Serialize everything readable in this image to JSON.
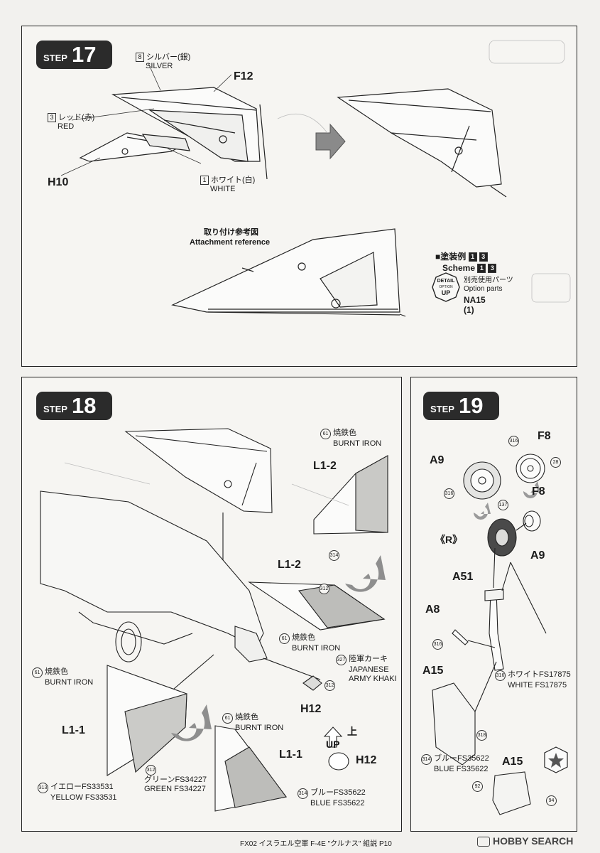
{
  "step17": {
    "step_word": "STEP",
    "step_num": "17",
    "silver_code": "8",
    "silver_jp": "シルバー(銀)",
    "silver_en": "SILVER",
    "red_code": "3",
    "red_jp": "レッド(赤)",
    "red_en": "RED",
    "white_code": "1",
    "white_jp": "ホワイト(白)",
    "white_en": "WHITE",
    "part_f12": "F12",
    "part_h10": "H10",
    "attach_jp": "取り付け参考図",
    "attach_en": "Attachment reference",
    "scheme_jp": "■塗装例",
    "scheme_en": "Scheme",
    "scheme_n1": "1",
    "scheme_n3": "3",
    "detail_word": "DETAIL",
    "option_word": "OPTION",
    "up_word": "UP",
    "option_jp": "別売使用パーツ",
    "option_en": "Option parts",
    "option_part": "NA15",
    "option_qty": "(1)"
  },
  "step18": {
    "step_word": "STEP",
    "step_num": "18",
    "l12_top": "L1-2",
    "l12_mid": "L1-2",
    "l11_left": "L1-1",
    "l11_right": "L1-1",
    "burnt_code": "61",
    "burnt_jp": "焼鉄色",
    "burnt_en": "BURNT IRON",
    "c314": "314",
    "c312": "312",
    "khaki_code": "327",
    "khaki_jp": "陸軍カーキ",
    "khaki_en1": "JAPANESE",
    "khaki_en2": "ARMY KHAKI",
    "h12": "H12",
    "up_jp": "上",
    "up_en": "UP",
    "green_code": "312",
    "green_jp": "グリーンFS34227",
    "green_en": "GREEN FS34227",
    "yellow_code": "313",
    "yellow_jp": "イエローFS33531",
    "yellow_en": "YELLOW FS33531",
    "blue_code": "314",
    "blue_jp": "ブルーFS35622",
    "blue_en": "BLUE FS35622"
  },
  "step19": {
    "step_word": "STEP",
    "step_num": "19",
    "f8": "F8",
    "a9": "A9",
    "r": "《R》",
    "a51": "A51",
    "a8": "A8",
    "a15": "A15",
    "c316": "316",
    "c28": "28",
    "c137": "137",
    "c318": "318",
    "c92": "92",
    "c94": "94",
    "white_code": "316",
    "white_jp": "ホワイトFS17875",
    "white_en": "WHITE FS17875",
    "blue_code": "314",
    "blue_jp": "ブルーFS35622",
    "blue_en": "BLUE FS35622"
  },
  "footer": {
    "text": "FX02 イスラエル空軍 F-4E \"クルナス\" 組説 P10",
    "watermark": "HOBBY SEARCH"
  }
}
